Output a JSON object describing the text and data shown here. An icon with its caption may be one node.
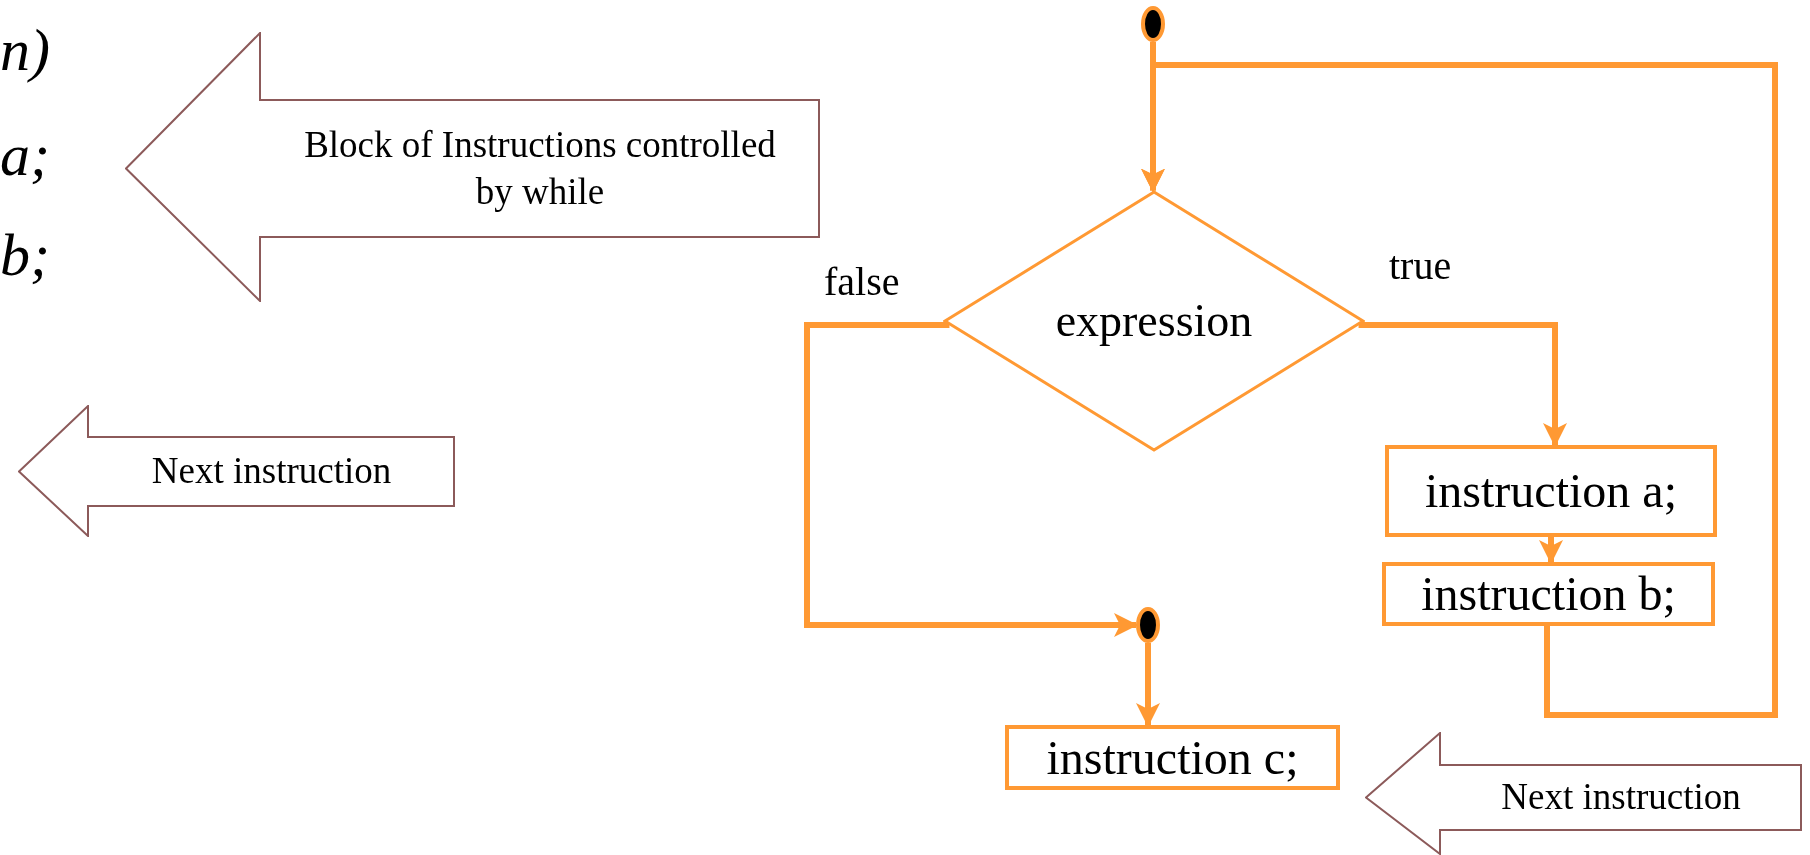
{
  "diagram": {
    "nodes": [
      {
        "text": [
          "Block of Instructions controlled by while"
        ]
      },
      {
        "text": [
          "Next instruction"
        ]
      },
      {
        "text": [],
        "shape": "circle"
      },
      {
        "text": [
          "expression"
        ]
      },
      {
        "text": [
          "instruction a;"
        ]
      },
      {
        "text": [
          "instruction b;"
        ]
      },
      {
        "text": [],
        "shape": "circle"
      },
      {
        "text": [
          "instruction c;"
        ]
      },
      {
        "text": [
          "Next instruction"
        ]
      }
    ],
    "edges": [
      {
        "from": 2,
        "to": 3,
        "arrow": "to"
      },
      {
        "from": 3,
        "to": 4,
        "arrow": "to",
        "label": "true"
      },
      {
        "from": 4,
        "to": 5,
        "arrow": "to"
      },
      {
        "from": 5,
        "to": 3,
        "arrow": "to"
      },
      {
        "from": 3,
        "to": 6,
        "arrow": "to",
        "label": "false"
      },
      {
        "from": 6,
        "to": 7,
        "arrow": "to"
      }
    ],
    "labels": [
      "n)",
      "a;",
      "b;"
    ]
  }
}
